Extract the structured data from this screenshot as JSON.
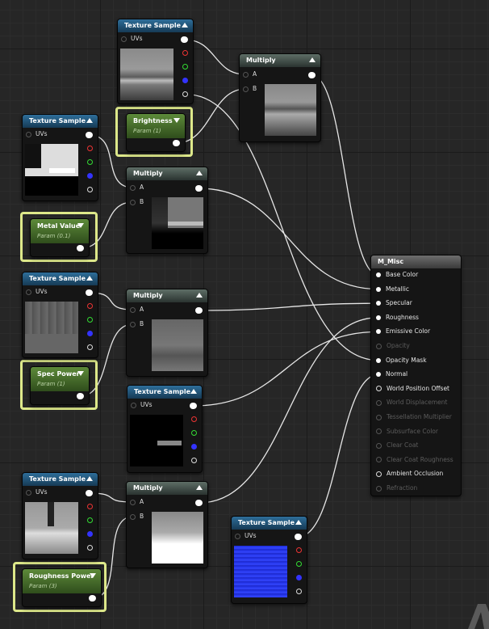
{
  "texture_nodes": [
    {
      "title": "Texture Sample",
      "input": "UVs"
    },
    {
      "title": "Texture Sample",
      "input": "UVs"
    },
    {
      "title": "Texture Sample",
      "input": "UVs"
    },
    {
      "title": "Texture Sample",
      "input": "UVs"
    },
    {
      "title": "Texture Sample",
      "input": "UVs"
    },
    {
      "title": "Texture Sample",
      "input": "UVs"
    }
  ],
  "multiply_nodes": [
    {
      "title": "Multiply",
      "a": "A",
      "b": "B"
    },
    {
      "title": "Multiply",
      "a": "A",
      "b": "B"
    },
    {
      "title": "Multiply",
      "a": "A",
      "b": "B"
    },
    {
      "title": "Multiply",
      "a": "A",
      "b": "B"
    }
  ],
  "param_nodes": [
    {
      "title": "Brightness",
      "sub": "Param (1)"
    },
    {
      "title": "Metal Value",
      "sub": "Param (0.1)"
    },
    {
      "title": "Spec Power",
      "sub": "Param (1)"
    },
    {
      "title": "Roughness Power",
      "sub": "Param (3)"
    }
  ],
  "material": {
    "title": "M_Misc",
    "inputs": [
      {
        "label": "Base Color",
        "enabled": true
      },
      {
        "label": "Metallic",
        "enabled": true
      },
      {
        "label": "Specular",
        "enabled": true
      },
      {
        "label": "Roughness",
        "enabled": true
      },
      {
        "label": "Emissive Color",
        "enabled": true
      },
      {
        "label": "Opacity",
        "enabled": false
      },
      {
        "label": "Opacity Mask",
        "enabled": true
      },
      {
        "label": "Normal",
        "enabled": true
      },
      {
        "label": "World Position Offset",
        "enabled": true
      },
      {
        "label": "World Displacement",
        "enabled": false
      },
      {
        "label": "Tessellation Multiplier",
        "enabled": false
      },
      {
        "label": "Subsurface Color",
        "enabled": false
      },
      {
        "label": "Clear Coat",
        "enabled": false
      },
      {
        "label": "Clear Coat Roughness",
        "enabled": false
      },
      {
        "label": "Ambient Occlusion",
        "enabled": true
      },
      {
        "label": "Refraction",
        "enabled": false
      }
    ]
  },
  "colors": {
    "highlight": "#dde88a",
    "wire": "#e6e6e6",
    "texture_header": "#2e6e9a",
    "param_header": "#5d8a3a"
  }
}
